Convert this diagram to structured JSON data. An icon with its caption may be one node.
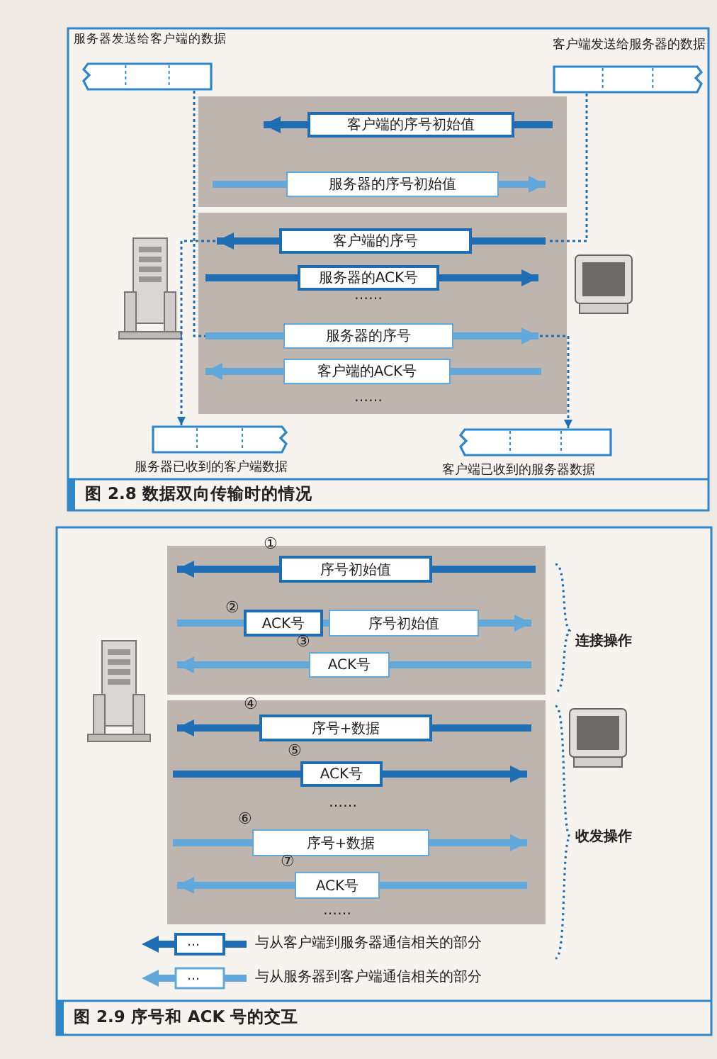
{
  "diagram": {
    "nodes": [
      {
        "text": [
          "服务器发送给客户端的数据"
        ]
      },
      {
        "text": [
          "客户端发送给服务器的数据"
        ]
      },
      {
        "text": [
          "客户端的序号初始值"
        ]
      },
      {
        "text": [
          "服务器的序号初始值"
        ]
      },
      {
        "text": [
          "客户端的序号"
        ]
      },
      {
        "text": [
          "服务器的ACK号"
        ]
      },
      {
        "text": [
          "服务器的序号"
        ]
      },
      {
        "text": [
          "客户端的ACK号"
        ]
      },
      {
        "text": [
          "服务器已收到的客户端数据"
        ]
      },
      {
        "text": [
          "客户端已收到的服务器数据"
        ]
      },
      {
        "text": [
          "序号初始值"
        ],
        "beside": [
          "①"
        ]
      },
      {
        "text": [
          "ACK号"
        ],
        "beside": [
          "②"
        ]
      },
      {
        "text": [
          "序号初始值"
        ]
      },
      {
        "text": [
          "ACK号"
        ],
        "beside": [
          "③"
        ]
      },
      {
        "text": [
          "序号+数据"
        ],
        "beside": [
          "④"
        ]
      },
      {
        "text": [
          "ACK号"
        ],
        "beside": [
          "⑤"
        ]
      },
      {
        "text": [
          "序号+数据"
        ],
        "beside": [
          "⑥"
        ]
      },
      {
        "text": [
          "ACK号"
        ],
        "beside": [
          "⑦"
        ]
      }
    ],
    "edges": [
      {
        "from": null,
        "to": 2,
        "arrow": "none"
      },
      {
        "from": 2,
        "to": null,
        "arrow": "to"
      },
      {
        "from": null,
        "to": 3,
        "arrow": "none",
        "color": "#62a8da"
      },
      {
        "from": 3,
        "to": null,
        "arrow": "to",
        "color": "#62a8da"
      },
      {
        "from": null,
        "to": 4,
        "arrow": "none"
      },
      {
        "from": 4,
        "to": null,
        "arrow": "to"
      },
      {
        "from": null,
        "to": 5,
        "arrow": "none"
      },
      {
        "from": 5,
        "to": null,
        "arrow": "to"
      },
      {
        "from": null,
        "to": 6,
        "arrow": "none",
        "color": "#62a8da"
      },
      {
        "from": 6,
        "to": null,
        "arrow": "to",
        "color": "#62a8da"
      },
      {
        "from": null,
        "to": 7,
        "arrow": "none",
        "color": "#62a8da"
      },
      {
        "from": 7,
        "to": null,
        "arrow": "to",
        "color": "#62a8da"
      },
      {
        "from": 1,
        "to": null,
        "arrow": "none",
        "style": "dashed"
      },
      {
        "from": null,
        "to": 8,
        "arrow": "to",
        "style": "dashed"
      },
      {
        "from": 0,
        "to": null,
        "arrow": "none",
        "style": "dashed"
      },
      {
        "from": null,
        "to": 9,
        "arrow": "to",
        "style": "dashed"
      },
      {
        "from": null,
        "to": 10,
        "arrow": "none"
      },
      {
        "from": 10,
        "to": null,
        "arrow": "to"
      },
      {
        "from": null,
        "to": 11,
        "arrow": "none",
        "color": "#62a8da"
      },
      {
        "from": 11,
        "to": 12,
        "arrow": "none",
        "color": "#62a8da"
      },
      {
        "from": 12,
        "to": null,
        "arrow": "to",
        "color": "#62a8da"
      },
      {
        "from": null,
        "to": 13,
        "arrow": "none",
        "color": "#62a8da"
      },
      {
        "from": 13,
        "to": null,
        "arrow": "to",
        "color": "#62a8da"
      },
      {
        "from": null,
        "to": 14,
        "arrow": "none"
      },
      {
        "from": 14,
        "to": null,
        "arrow": "to"
      },
      {
        "from": null,
        "to": 15,
        "arrow": "none"
      },
      {
        "from": 15,
        "to": null,
        "arrow": "to"
      },
      {
        "from": null,
        "to": 16,
        "arrow": "none",
        "color": "#62a8da"
      },
      {
        "from": 16,
        "to": null,
        "arrow": "to",
        "color": "#62a8da"
      },
      {
        "from": null,
        "to": 17,
        "arrow": "none",
        "color": "#62a8da"
      },
      {
        "from": 17,
        "to": null,
        "arrow": "to",
        "color": "#62a8da"
      }
    ],
    "labels": [
      "……",
      "……",
      "图 2.8 数据双向传输时的情况",
      "连接操作",
      "……",
      "收发操作",
      "……",
      "…",
      "…",
      "图 2.9 序号和 ACK 号的交互"
    ],
    "legend": [
      {
        "text": "与从客户端到服务器通信相关的部分"
      },
      {
        "text": "与从服务器到客户端通信相关的部分"
      }
    ]
  }
}
